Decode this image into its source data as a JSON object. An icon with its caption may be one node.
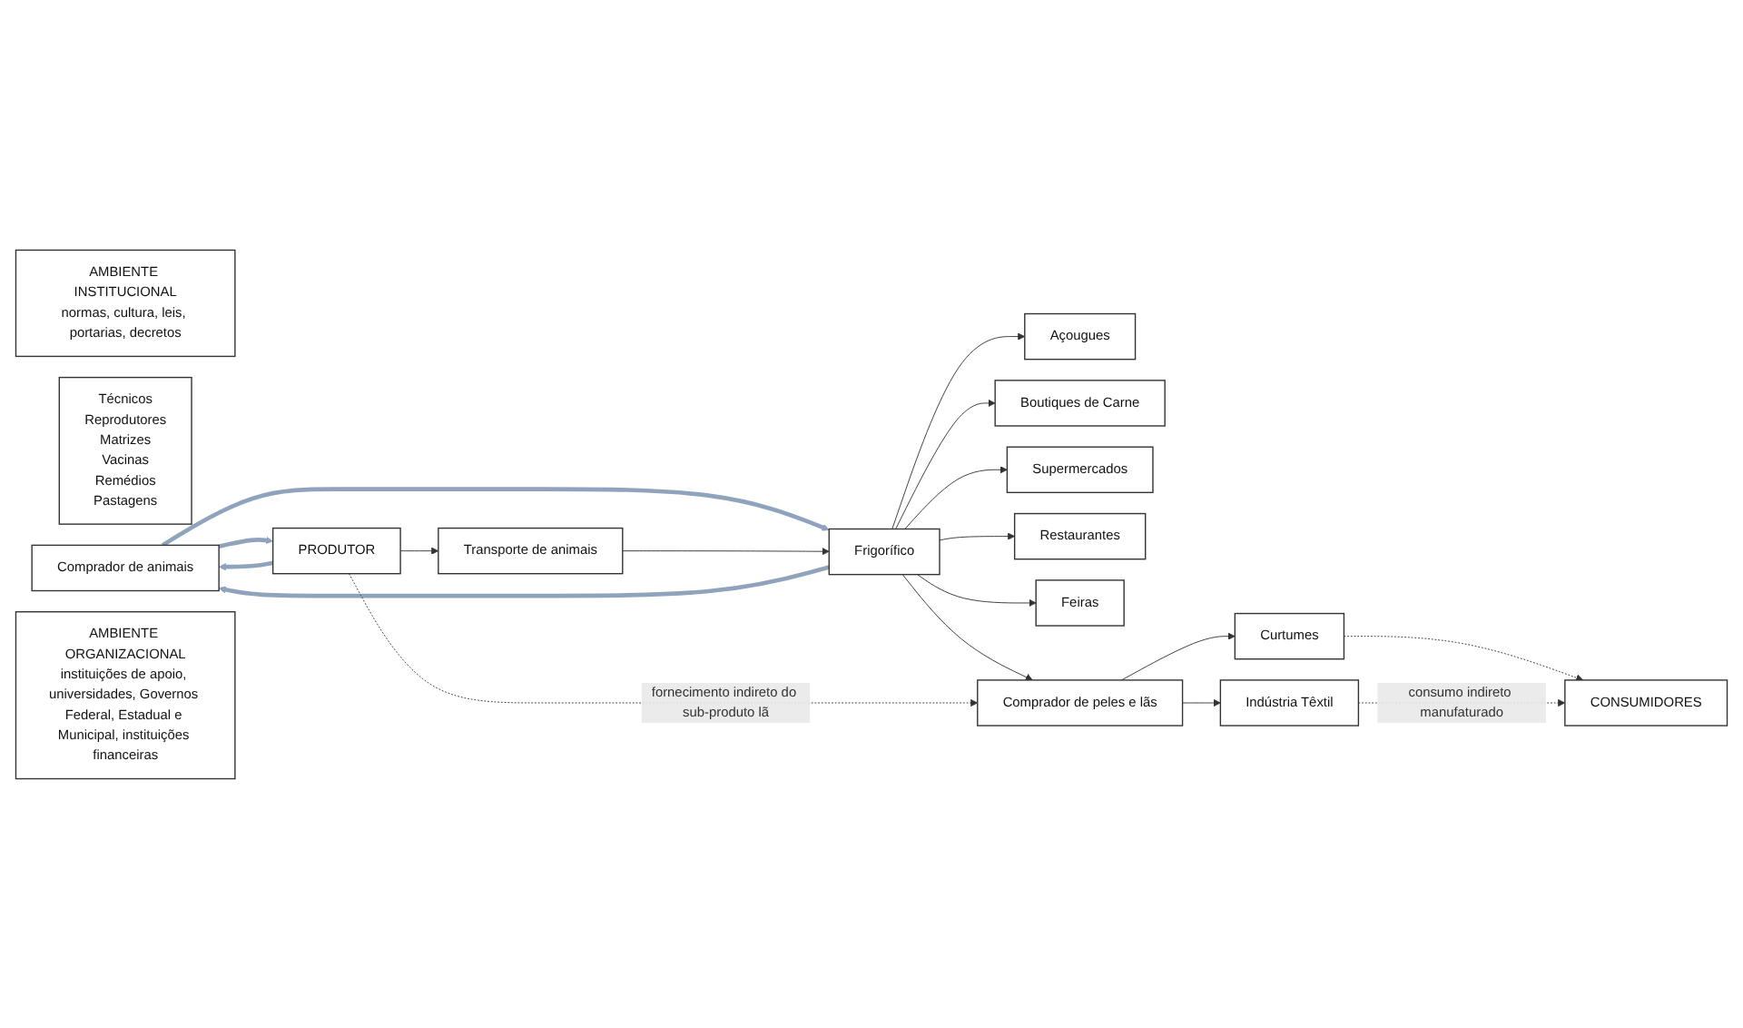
{
  "diagram": {
    "nodes": [
      {
        "text": [
          "AMBIENTE INSTITUCIONAL",
          "normas, cultura, leis, portarias, decretos"
        ]
      },
      {
        "text": [
          "Técnicos",
          "Reprodutores",
          "Matrizes",
          "Vacinas",
          "Remédios",
          "Pastagens"
        ]
      },
      {
        "text": [
          "Comprador de animais"
        ]
      },
      {
        "text": [
          "PRODUTOR"
        ]
      },
      {
        "text": [
          "Transporte de animais"
        ]
      },
      {
        "text": [
          "Frigorífico"
        ]
      },
      {
        "text": [
          "Açougues"
        ]
      },
      {
        "text": [
          "Boutiques de Carne"
        ]
      },
      {
        "text": [
          "Supermercados"
        ]
      },
      {
        "text": [
          "Restaurantes"
        ]
      },
      {
        "text": [
          "Feiras"
        ]
      },
      {
        "text": [
          "Comprador de peles e lãs"
        ]
      },
      {
        "text": [
          "Curtumes"
        ]
      },
      {
        "text": [
          "Indústria Têxtil"
        ]
      },
      {
        "text": [
          "CONSUMIDORES"
        ]
      },
      {
        "text": [
          "AMBIENTE ORGANIZACIONAL",
          "instituições de apoio, universidades, Governos Federal, Estadual e Municipal, instituições financeiras"
        ]
      }
    ],
    "edges": [
      {
        "from": 3,
        "to": 2,
        "arrow": "to",
        "style": "thick",
        "color": "#8fa3bd"
      },
      {
        "from": 2,
        "to": 3,
        "arrow": "to",
        "style": "thick",
        "color": "#8fa3bd"
      },
      {
        "from": 2,
        "to": 5,
        "arrow": "to",
        "style": "thick",
        "color": "#8fa3bd"
      },
      {
        "from": 5,
        "to": 2,
        "arrow": "to",
        "style": "thick",
        "color": "#8fa3bd"
      },
      {
        "from": 3,
        "to": 4,
        "arrow": "to"
      },
      {
        "from": 4,
        "to": 5,
        "arrow": "to"
      },
      {
        "from": 5,
        "to": 6,
        "arrow": "to"
      },
      {
        "from": 5,
        "to": 7,
        "arrow": "to"
      },
      {
        "from": 5,
        "to": 8,
        "arrow": "to"
      },
      {
        "from": 5,
        "to": 9,
        "arrow": "to"
      },
      {
        "from": 5,
        "to": 10,
        "arrow": "to"
      },
      {
        "from": 5,
        "to": 11,
        "arrow": "to"
      },
      {
        "from": 3,
        "to": 11,
        "arrow": "to",
        "style": "dashed",
        "label": "fornecimento indireto do sub-produto lã"
      },
      {
        "from": 11,
        "to": 12,
        "arrow": "to"
      },
      {
        "from": 11,
        "to": 13,
        "arrow": "to"
      },
      {
        "from": 12,
        "to": 14,
        "arrow": "to",
        "style": "dashed"
      },
      {
        "from": 13,
        "to": 14,
        "arrow": "to",
        "style": "dashed",
        "label": "consumo indireto manufaturado"
      }
    ]
  }
}
